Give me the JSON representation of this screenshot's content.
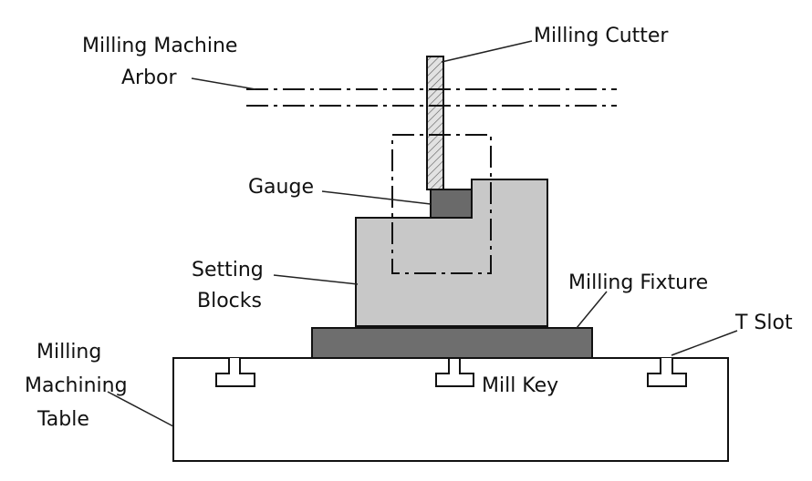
{
  "diagram": {
    "labels": {
      "arbor_line1": "Milling Machine",
      "arbor_line2": "Arbor",
      "cutter": "Milling Cutter",
      "gauge": "Gauge",
      "setting_line1": "Setting",
      "setting_line2": "Blocks",
      "fixture": "Milling Fixture",
      "tslot": "T Slot",
      "table_line1": "Milling",
      "table_line2": "Machining",
      "table_line3": "Table",
      "millkey": "Mill Key"
    },
    "colors": {
      "setting_block_fill": "#c8c8c8",
      "fixture_fill": "#6e6e6e",
      "gauge_fill": "#6a6a6a",
      "cutter_fill": "#d9d9d9",
      "line": "#111111",
      "background": "#ffffff"
    }
  }
}
